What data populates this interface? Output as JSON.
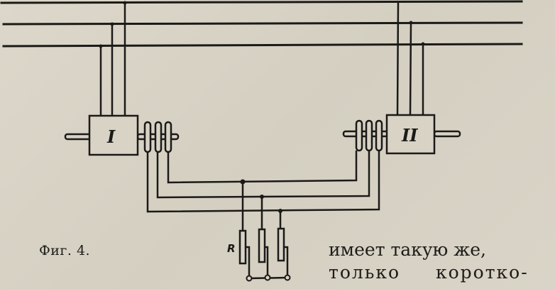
{
  "figure": {
    "caption": "Фиг. 4.",
    "machine_labels": [
      "I",
      "II"
    ],
    "resistor_label": "R",
    "bus_lines": 3,
    "machine_leads": 3,
    "slip_rings_per_machine": 3,
    "resistor_count": 3,
    "description": "Two wound-rotor machines (I and II) connected to a three-phase supply bus; their slip rings are interconnected and joined to a star-connected resistor bank R"
  },
  "text": {
    "line1": "имеет такую же,",
    "line2": "только коротко-"
  }
}
